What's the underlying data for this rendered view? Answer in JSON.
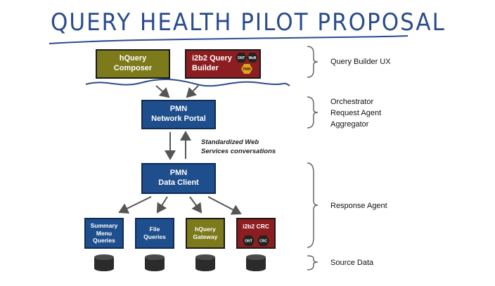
{
  "title": "QUERY HEALTH PILOT PROPOSAL",
  "boxes": {
    "hquery_composer": [
      "hQuery",
      "Composer"
    ],
    "i2b2_builder": [
      "i2b2 Query",
      "Builder"
    ],
    "i2b2_hex": [
      "ONT",
      "WeB",
      "PMN"
    ],
    "pmn_portal": [
      "PMN",
      "Network Portal"
    ],
    "pmn_client": [
      "PMN",
      "Data Client"
    ],
    "summary": [
      "Summary",
      "Menu",
      "Queries"
    ],
    "file": [
      "File",
      "Queries"
    ],
    "gateway": [
      "hQuery",
      "Gateway"
    ],
    "crc": "i2b2 CRC",
    "crc_hex": [
      "ONT",
      "CRC"
    ]
  },
  "note": [
    "Standardized Web",
    "Services conversations"
  ],
  "layers": {
    "query_builder": "Query Builder UX",
    "orchestrator": [
      "Orchestrator",
      "Request Agent",
      "Aggregator"
    ],
    "response": "Response Agent",
    "source": "Source Data"
  },
  "colors": {
    "ink": "#2a4c8c",
    "olive": "#7d7a1c",
    "maroon": "#8c1d20",
    "blue": "#1f4e8c"
  }
}
